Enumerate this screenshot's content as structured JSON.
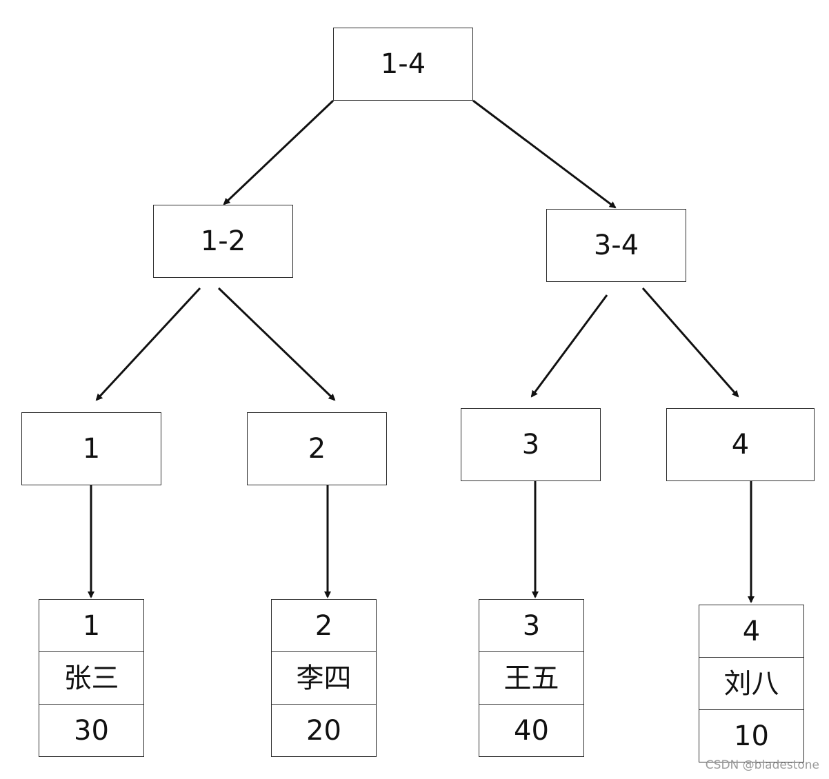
{
  "colors": {
    "stroke": "#2b2b2b",
    "text": "#111111",
    "watermark": "#9a9a9a"
  },
  "nodes": {
    "root": "1-4",
    "left_range": "1-2",
    "right_range": "3-4",
    "leaf_1": "1",
    "leaf_2": "2",
    "leaf_3": "3",
    "leaf_4": "4"
  },
  "records": [
    {
      "id": "1",
      "name": "张三",
      "value": "30"
    },
    {
      "id": "2",
      "name": "李四",
      "value": "20"
    },
    {
      "id": "3",
      "name": "王五",
      "value": "40"
    },
    {
      "id": "4",
      "name": "刘八",
      "value": "10"
    }
  ],
  "watermark": "CSDN @bladestone"
}
